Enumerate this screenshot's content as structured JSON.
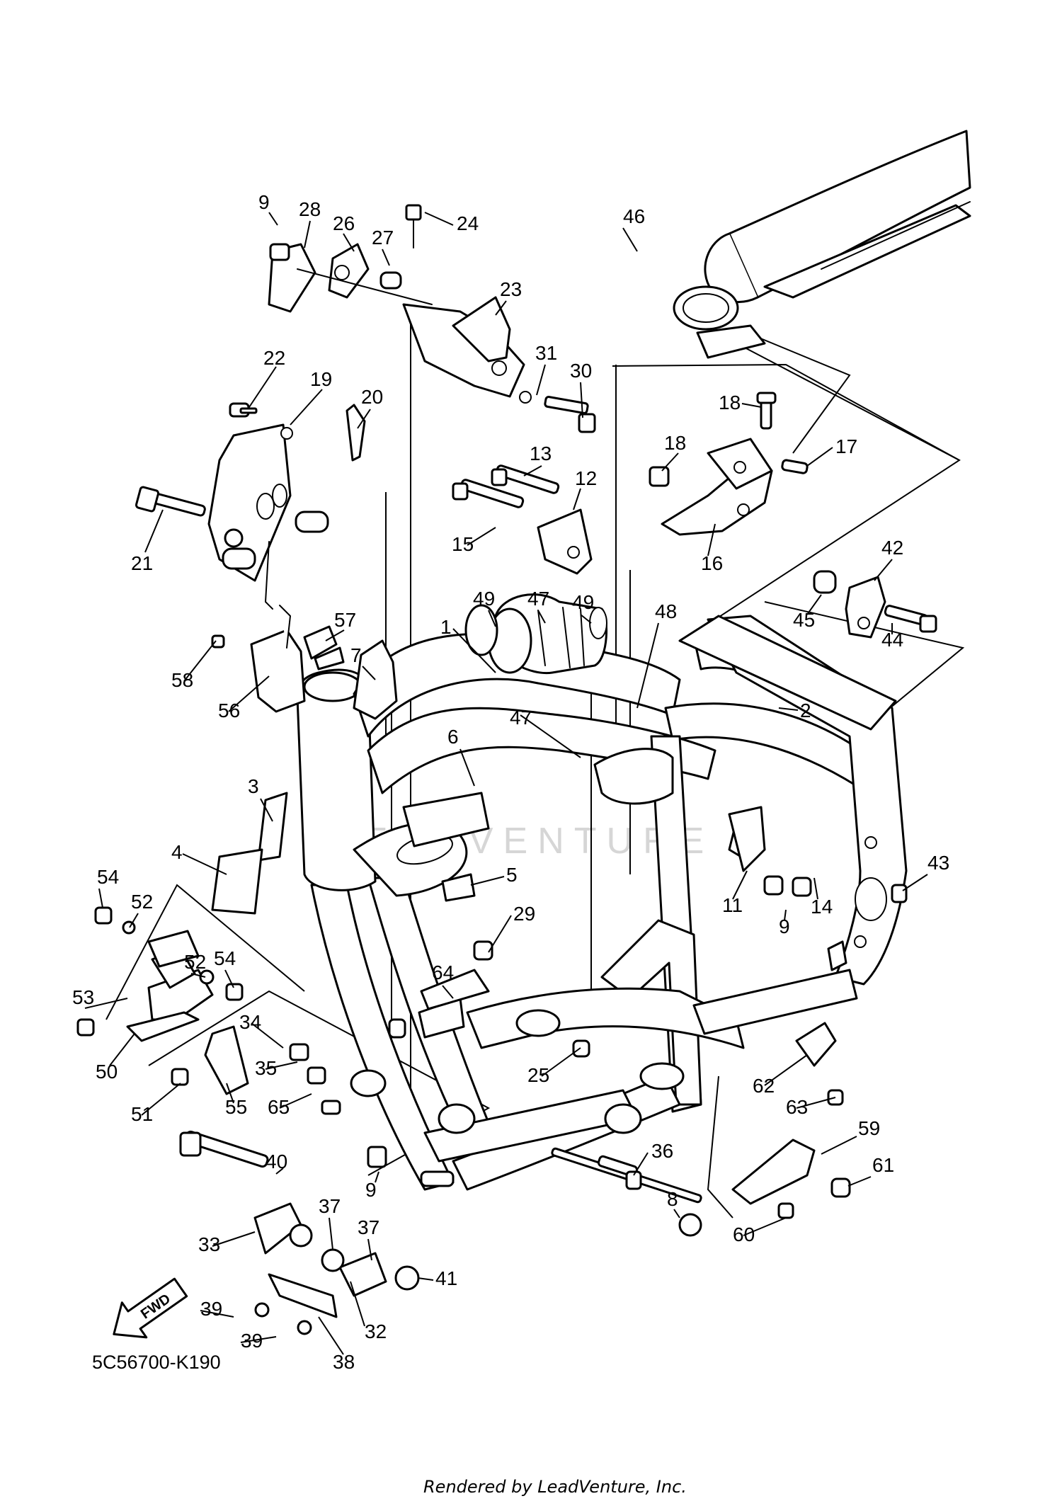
{
  "diagram": {
    "code": "5C56700-K190",
    "credit": "Rendered by LeadVenture, Inc.",
    "watermark": "LEADVENTURE",
    "fwd_label": "FWD"
  },
  "callouts": [
    {
      "id": "c1",
      "label": "1"
    },
    {
      "id": "c2",
      "label": "2"
    },
    {
      "id": "c3",
      "label": "3"
    },
    {
      "id": "c4",
      "label": "4"
    },
    {
      "id": "c5",
      "label": "5"
    },
    {
      "id": "c6",
      "label": "6"
    },
    {
      "id": "c7",
      "label": "7"
    },
    {
      "id": "c8",
      "label": "8"
    },
    {
      "id": "c9a",
      "label": "9"
    },
    {
      "id": "c9b",
      "label": "9"
    },
    {
      "id": "c9c",
      "label": "9"
    },
    {
      "id": "c11",
      "label": "11"
    },
    {
      "id": "c12",
      "label": "12"
    },
    {
      "id": "c13",
      "label": "13"
    },
    {
      "id": "c14",
      "label": "14"
    },
    {
      "id": "c15",
      "label": "15"
    },
    {
      "id": "c16",
      "label": "16"
    },
    {
      "id": "c17",
      "label": "17"
    },
    {
      "id": "c18a",
      "label": "18"
    },
    {
      "id": "c18b",
      "label": "18"
    },
    {
      "id": "c19",
      "label": "19"
    },
    {
      "id": "c20",
      "label": "20"
    },
    {
      "id": "c21",
      "label": "21"
    },
    {
      "id": "c22",
      "label": "22"
    },
    {
      "id": "c23",
      "label": "23"
    },
    {
      "id": "c24",
      "label": "24"
    },
    {
      "id": "c25",
      "label": "25"
    },
    {
      "id": "c26",
      "label": "26"
    },
    {
      "id": "c27",
      "label": "27"
    },
    {
      "id": "c28",
      "label": "28"
    },
    {
      "id": "c29",
      "label": "29"
    },
    {
      "id": "c30",
      "label": "30"
    },
    {
      "id": "c31",
      "label": "31"
    },
    {
      "id": "c32",
      "label": "32"
    },
    {
      "id": "c33",
      "label": "33"
    },
    {
      "id": "c34",
      "label": "34"
    },
    {
      "id": "c35",
      "label": "35"
    },
    {
      "id": "c36",
      "label": "36"
    },
    {
      "id": "c37a",
      "label": "37"
    },
    {
      "id": "c37b",
      "label": "37"
    },
    {
      "id": "c38",
      "label": "38"
    },
    {
      "id": "c39a",
      "label": "39"
    },
    {
      "id": "c39b",
      "label": "39"
    },
    {
      "id": "c40",
      "label": "40"
    },
    {
      "id": "c41",
      "label": "41"
    },
    {
      "id": "c42",
      "label": "42"
    },
    {
      "id": "c43",
      "label": "43"
    },
    {
      "id": "c44",
      "label": "44"
    },
    {
      "id": "c45",
      "label": "45"
    },
    {
      "id": "c46",
      "label": "46"
    },
    {
      "id": "c47a",
      "label": "47"
    },
    {
      "id": "c47b",
      "label": "47"
    },
    {
      "id": "c48",
      "label": "48"
    },
    {
      "id": "c49a",
      "label": "49"
    },
    {
      "id": "c49b",
      "label": "49"
    },
    {
      "id": "c50",
      "label": "50"
    },
    {
      "id": "c51",
      "label": "51"
    },
    {
      "id": "c52a",
      "label": "52"
    },
    {
      "id": "c52b",
      "label": "52"
    },
    {
      "id": "c53",
      "label": "53"
    },
    {
      "id": "c54a",
      "label": "54"
    },
    {
      "id": "c54b",
      "label": "54"
    },
    {
      "id": "c55",
      "label": "55"
    },
    {
      "id": "c56",
      "label": "56"
    },
    {
      "id": "c57",
      "label": "57"
    },
    {
      "id": "c58",
      "label": "58"
    },
    {
      "id": "c59",
      "label": "59"
    },
    {
      "id": "c60",
      "label": "60"
    },
    {
      "id": "c61",
      "label": "61"
    },
    {
      "id": "c62",
      "label": "62"
    },
    {
      "id": "c63",
      "label": "63"
    },
    {
      "id": "c64",
      "label": "64"
    },
    {
      "id": "c65",
      "label": "65"
    }
  ]
}
